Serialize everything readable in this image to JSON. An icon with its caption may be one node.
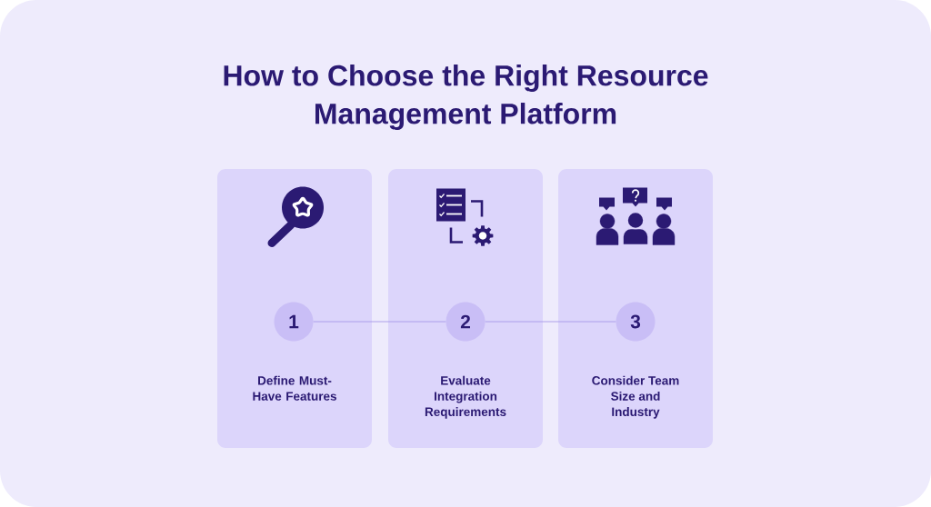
{
  "diagram": {
    "title": "How to Choose the Right Resource Management Platform",
    "nodes": [
      {
        "text": [
          "Define Must-Have Features"
        ]
      },
      {
        "text": [
          "1"
        ],
        "in": 0
      },
      {
        "text": [
          "Evaluate Integration Requirements"
        ]
      },
      {
        "text": [
          "2"
        ],
        "in": 2
      },
      {
        "text": [
          "Consider Team Size and Industry"
        ]
      },
      {
        "text": [
          "3"
        ],
        "in": 4
      }
    ],
    "edges": [
      {
        "from": 1,
        "to": 3,
        "arrow": "none"
      },
      {
        "from": 3,
        "to": 5,
        "arrow": "none"
      }
    ]
  }
}
